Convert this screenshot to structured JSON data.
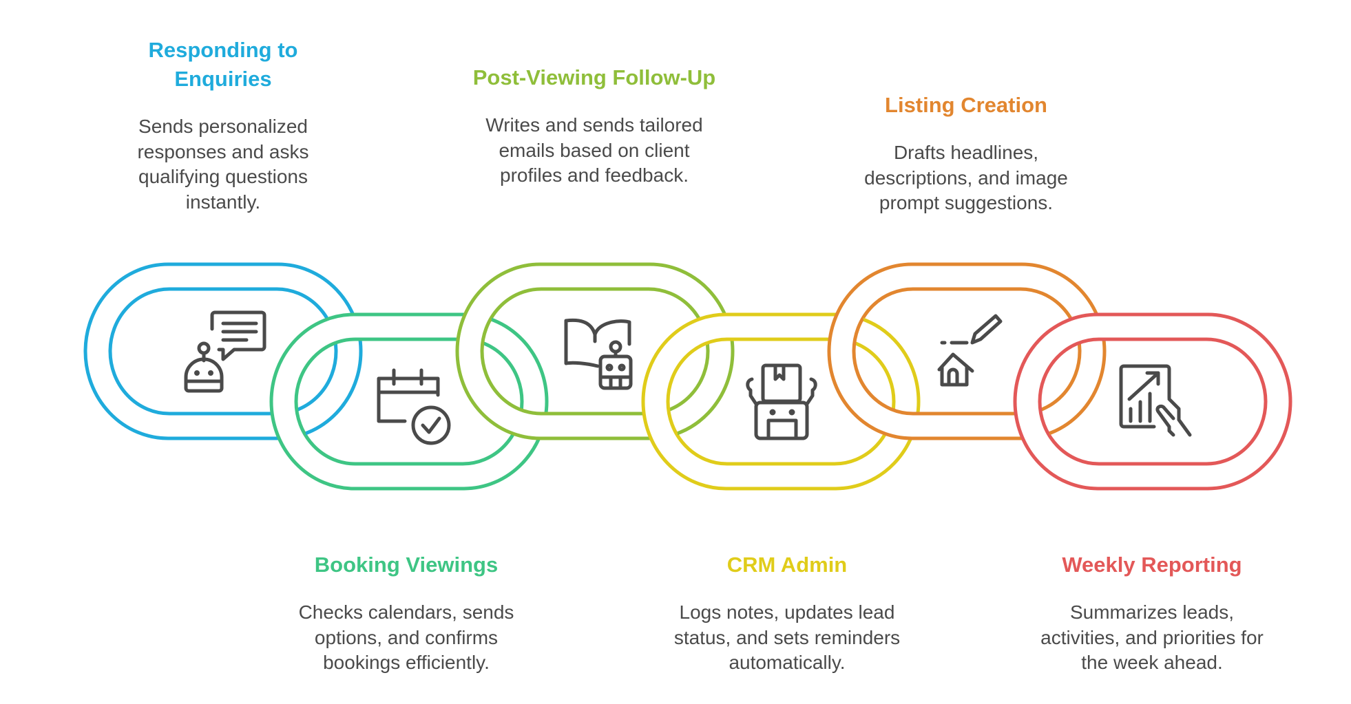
{
  "diagram": {
    "type": "interlocking-chain",
    "steps": [
      {
        "title": "Responding to Enquiries",
        "description": "Sends personalized responses and asks qualifying questions instantly.",
        "icon": "robot-chat-icon",
        "color": "#1fabdc",
        "position": "top"
      },
      {
        "title": "Booking Viewings",
        "description": "Checks calendars, sends options, and confirms bookings efficiently.",
        "icon": "calendar-check-icon",
        "color": "#3ec584",
        "position": "bottom"
      },
      {
        "title": "Post-Viewing Follow-Up",
        "description": "Writes and sends tailored emails based on client profiles and feedback.",
        "icon": "book-robot-icon",
        "color": "#8fbe3a",
        "position": "top"
      },
      {
        "title": "CRM Admin",
        "description": "Logs notes, updates lead status, and sets reminders automatically.",
        "icon": "robot-box-icon",
        "color": "#e0cc1a",
        "position": "bottom"
      },
      {
        "title": "Listing Creation",
        "description": "Drafts headlines, descriptions, and image prompt suggestions.",
        "icon": "house-pencil-icon",
        "color": "#e2862f",
        "position": "top"
      },
      {
        "title": "Weekly Reporting",
        "description": "Summarizes leads, activities, and priorities for the week ahead.",
        "icon": "tablet-chart-hand-icon",
        "color": "#e35858",
        "position": "bottom"
      }
    ]
  }
}
